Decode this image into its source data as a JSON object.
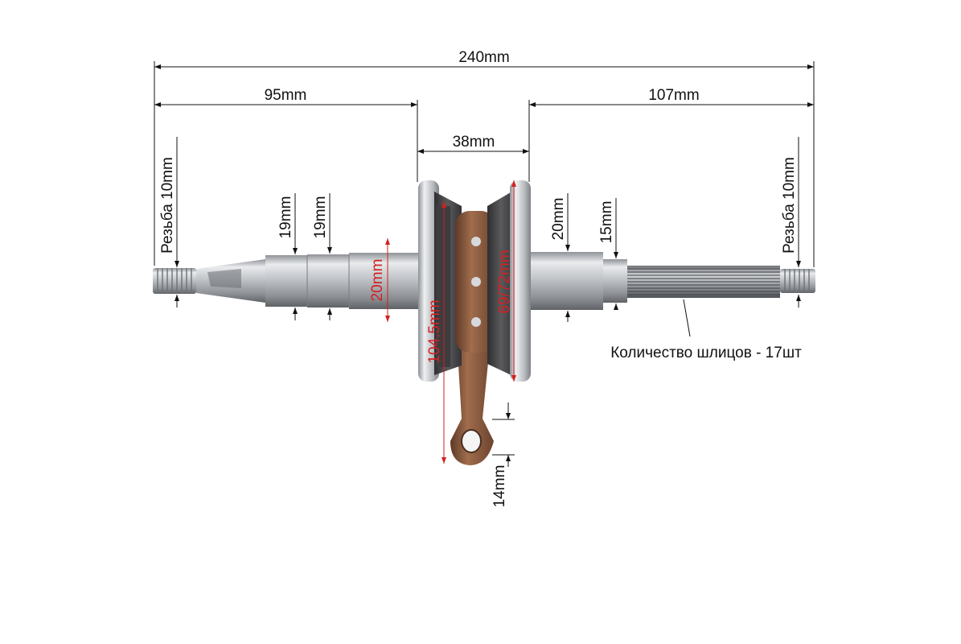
{
  "labels": {
    "overall_length": "240mm",
    "left_length": "95mm",
    "right_length": "107mm",
    "web_width": "38mm",
    "left_thread": "Резьба 10mm",
    "right_thread": "Резьба 10mm",
    "journal_1": "19mm",
    "journal_2": "19mm",
    "left_bearing": "20mm",
    "right_bearing": "20mm",
    "spline_neck": "15mm",
    "conrod_length": "104.5mm",
    "web_diameter": "69/72mm",
    "small_end": "14mm",
    "spline_count": "Количество шлицов - 17шт"
  },
  "colors": {
    "dimension_line": "#111111",
    "red_dimension": "#d42020",
    "steel": "#b9bcc0",
    "copper": "#8a5a3e",
    "cast_iron": "#4a4a4c"
  }
}
